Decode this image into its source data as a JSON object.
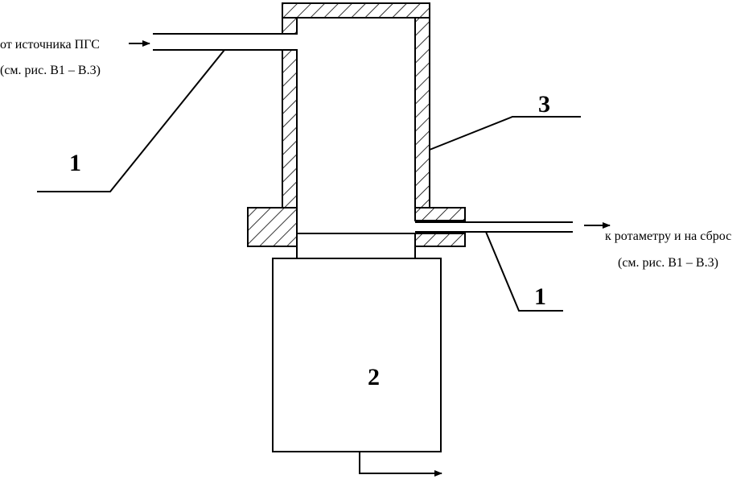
{
  "labels": {
    "inlet_line1": "от источника ПГС",
    "inlet_line2": "(см. рис. В1 – В.3)",
    "outlet_line1": "к ротаметру и на сброс",
    "outlet_line2": "(см. рис. В1 – В.3)",
    "callout_1_left": "1",
    "callout_1_right": "1",
    "callout_3": "3",
    "callout_2": "2"
  }
}
